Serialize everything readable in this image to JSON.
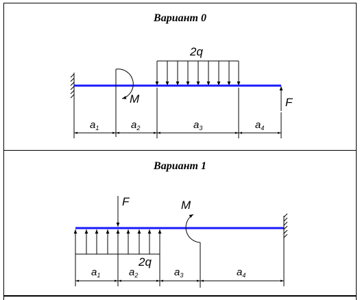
{
  "variants": [
    {
      "title": "Вариант 0",
      "labels": {
        "load": "2q",
        "moment": "M",
        "force": "F"
      },
      "dims": [
        {
          "main": "a",
          "sub": "1"
        },
        {
          "main": "a",
          "sub": "2"
        },
        {
          "main": "a",
          "sub": "3"
        },
        {
          "main": "a",
          "sub": "4"
        }
      ]
    },
    {
      "title": "Вариант 1",
      "labels": {
        "load": "2q",
        "moment": "M",
        "force": "F"
      },
      "dims": [
        {
          "main": "a",
          "sub": "1"
        },
        {
          "main": "a",
          "sub": "2"
        },
        {
          "main": "a",
          "sub": "3"
        },
        {
          "main": "a",
          "sub": "4"
        }
      ]
    }
  ],
  "colors": {
    "beam": "#1a1aff",
    "line": "#000000"
  }
}
